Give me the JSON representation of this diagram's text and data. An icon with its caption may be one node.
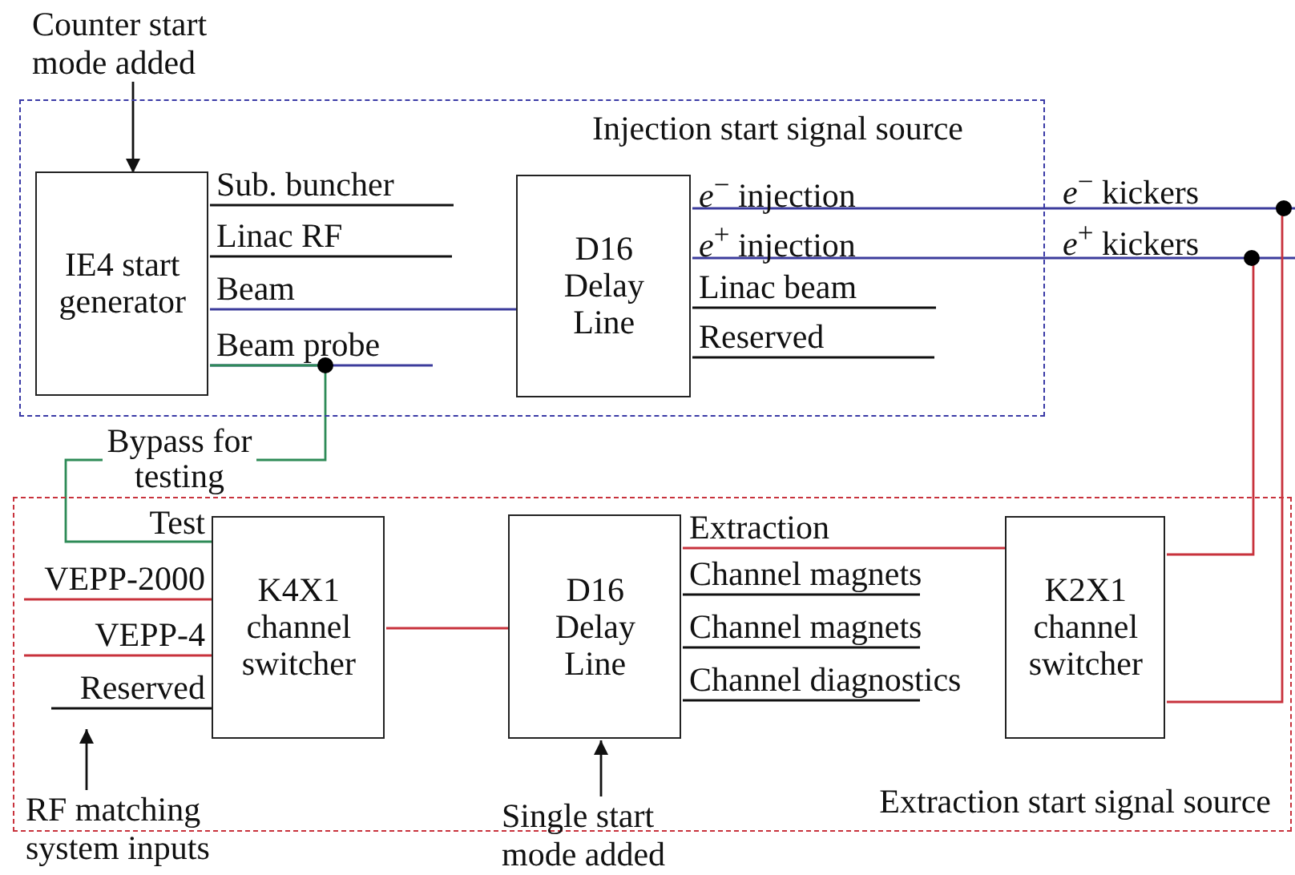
{
  "diagram": {
    "nodes": [
      {
        "text": [
          "Injection start signal source"
        ]
      },
      {
        "text": [
          "IE4 start generator"
        ],
        "in": 0
      },
      {
        "text": [
          "D16 Delay Line"
        ],
        "in": 0
      },
      {
        "text": [
          "Extraction start signal source"
        ]
      },
      {
        "text": [
          "K4X1 channel switcher"
        ],
        "in": 3
      },
      {
        "text": [
          "D16 Delay Line"
        ],
        "in": 3
      },
      {
        "text": [
          "K2X1 channel switcher"
        ],
        "in": 3
      },
      {
        "text": [
          "Counter start mode added"
        ]
      },
      {
        "text": [
          "RF matching system inputs"
        ]
      },
      {
        "text": [
          "Single start mode added"
        ]
      }
    ],
    "edges": [
      {
        "from": 7,
        "to": 1,
        "arrow": "to"
      },
      {
        "from": 1,
        "to": null,
        "arrow": "none",
        "label": "Sub. buncher"
      },
      {
        "from": 1,
        "to": null,
        "arrow": "none",
        "label": "Linac RF"
      },
      {
        "from": 1,
        "to": 2,
        "arrow": "none",
        "label": "Beam",
        "color": "#3c3c9c"
      },
      {
        "from": 1,
        "to": null,
        "arrow": "none",
        "label": "Beam probe",
        "color": "#3c3c9c"
      },
      {
        "from": 1,
        "to": 4,
        "arrow": "none",
        "label": "Bypass for testing",
        "color": "#2e8b57"
      },
      {
        "from": 2,
        "to": null,
        "arrow": "none",
        "label": "*e*$^{−}$ injection",
        "color": "#3c3c9c"
      },
      {
        "from": 2,
        "to": null,
        "arrow": "none",
        "label": "*e*$^{+}$ injection",
        "color": "#3c3c9c"
      },
      {
        "from": 2,
        "to": null,
        "arrow": "none",
        "label": "Linac beam"
      },
      {
        "from": 2,
        "to": null,
        "arrow": "none",
        "label": "Reserved"
      },
      {
        "from": null,
        "to": 4,
        "arrow": "none",
        "label": "VEPP-2000",
        "color": "#c8323c"
      },
      {
        "from": null,
        "to": 4,
        "arrow": "none",
        "label": "VEPP-4",
        "color": "#c8323c"
      },
      {
        "from": null,
        "to": 4,
        "arrow": "none",
        "label": "Reserved"
      },
      {
        "from": 4,
        "to": 5,
        "arrow": "none",
        "color": "#c8323c"
      },
      {
        "from": 5,
        "to": 6,
        "arrow": "none",
        "label": "Extraction",
        "color": "#c8323c"
      },
      {
        "from": 5,
        "to": null,
        "arrow": "none",
        "label": "Channel magnets"
      },
      {
        "from": 5,
        "to": null,
        "arrow": "none",
        "label": "Channel magnets"
      },
      {
        "from": 5,
        "to": null,
        "arrow": "none",
        "label": "Channel diagnostics"
      },
      {
        "from": 6,
        "to": null,
        "arrow": "none",
        "color": "#c8323c"
      },
      {
        "from": 6,
        "to": null,
        "arrow": "none",
        "color": "#c8323c"
      },
      {
        "from": 8,
        "to": null,
        "arrow": "to"
      },
      {
        "from": 9,
        "to": 5,
        "arrow": "to"
      }
    ],
    "labels": [
      "Test",
      "*e*$^{−}$ kickers",
      "*e*$^{+}$ kickers"
    ]
  }
}
